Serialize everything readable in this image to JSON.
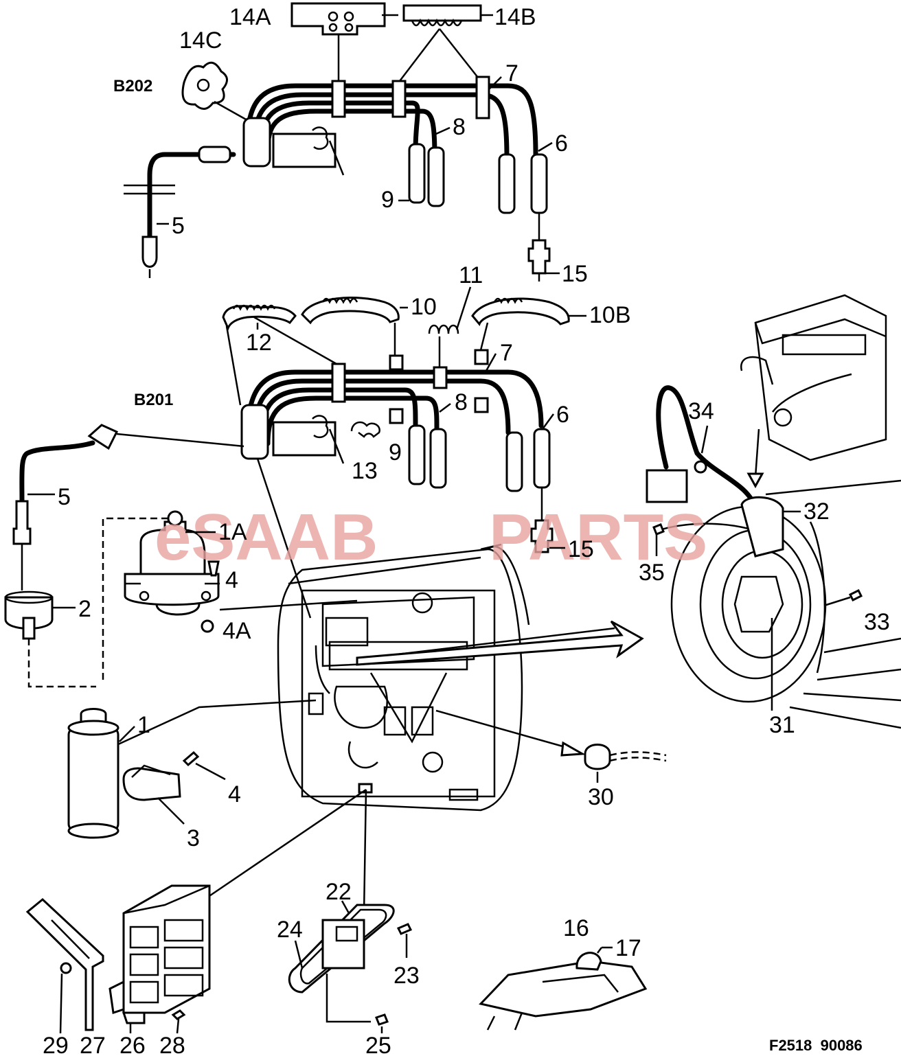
{
  "watermark": {
    "prefix": "eSAAB",
    "suffix": "PARTS",
    "color": "#e8a3a0"
  },
  "diagram_code": "F2518  90086",
  "section_labels": {
    "b202": "B202",
    "b201": "B201"
  },
  "callouts": {
    "c14a": "14A",
    "c14b": "14B",
    "c14c": "14C",
    "b202_7": "7",
    "b202_8": "8",
    "b202_6": "6",
    "b202_9": "9",
    "b202_5": "5",
    "b202_15": "15",
    "c11": "11",
    "c10": "10",
    "c10b": "10B",
    "c12": "12",
    "b201_7": "7",
    "b201_8": "8",
    "b201_6": "6",
    "b201_9": "9",
    "c13": "13",
    "b201_5": "5",
    "c1a": "1A",
    "c4_top": "4",
    "c4a": "4A",
    "c2": "2",
    "b201_15": "15",
    "c34": "34",
    "c32": "32",
    "c35": "35",
    "c33": "33",
    "c31": "31",
    "c1": "1",
    "c4_bottom": "4",
    "c3": "3",
    "c30": "30",
    "c22": "22",
    "c24": "24",
    "c23": "23",
    "c25": "25",
    "c16": "16",
    "c17": "17",
    "c29": "29",
    "c27": "27",
    "c26": "26",
    "c28": "28"
  }
}
